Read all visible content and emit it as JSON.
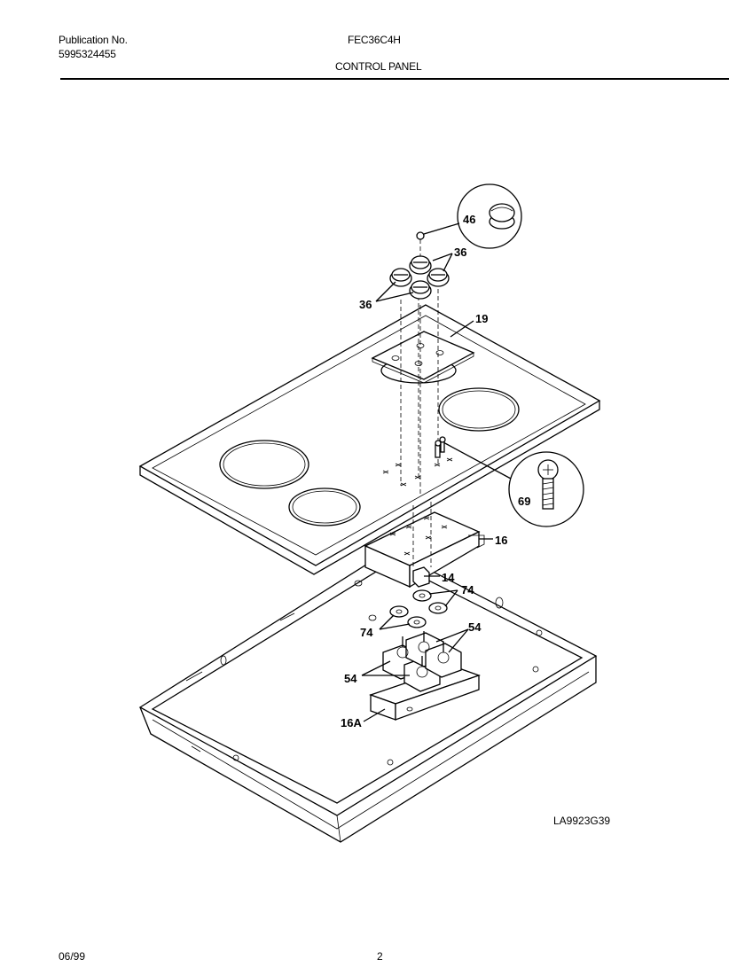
{
  "header": {
    "publication_label": "Publication No.",
    "publication_number": "5995324455",
    "model": "FEC36C4H",
    "section_title": "CONTROL PANEL"
  },
  "drawing_code": "LA9923G39",
  "footer": {
    "date": "06/99",
    "page": "2"
  },
  "callouts": {
    "c46": "46",
    "c36_top": "36",
    "c36_left": "36",
    "c19": "19",
    "c69": "69",
    "c16": "16",
    "c14": "14",
    "c74_right": "74",
    "c74_left": "74",
    "c54_right": "54",
    "c54_left": "54",
    "c16a": "16A"
  }
}
